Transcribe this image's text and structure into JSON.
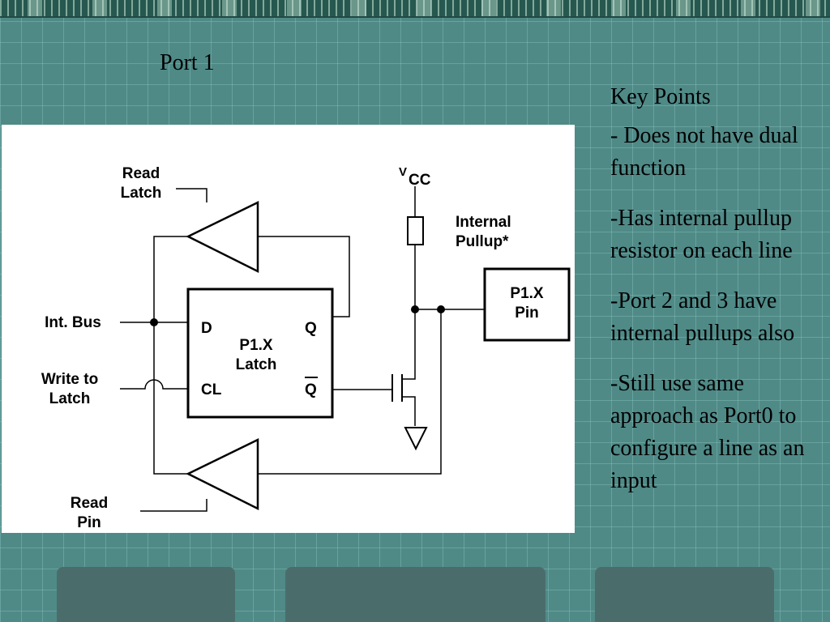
{
  "slide": {
    "title": "Port 1",
    "key_points": {
      "heading": "Key Points",
      "items": [
        "- Does not have dual function",
        "-Has internal pullup resistor on each line",
        "-Port 2 and 3 have internal pullups also",
        "-Still use same approach as Port0 to configure a line as an input"
      ]
    }
  },
  "diagram": {
    "read_latch": [
      "Read",
      "Latch"
    ],
    "int_bus": "Int. Bus",
    "write_to_latch": [
      "Write to",
      "Latch"
    ],
    "read_pin": [
      "Read",
      "Pin"
    ],
    "vcc_v": "V",
    "vcc_sub": "CC",
    "internal_pullup": [
      "Internal",
      "Pullup*"
    ],
    "latch": {
      "d": "D",
      "q": "Q",
      "cl": "CL",
      "qbar": "Q",
      "title": [
        "P1.X",
        "Latch"
      ]
    },
    "pin": [
      "P1.X",
      "Pin"
    ]
  },
  "colors": {
    "background": "#4f8a87",
    "tab": "#4a6d6b",
    "diagram_bg": "#ffffff"
  }
}
